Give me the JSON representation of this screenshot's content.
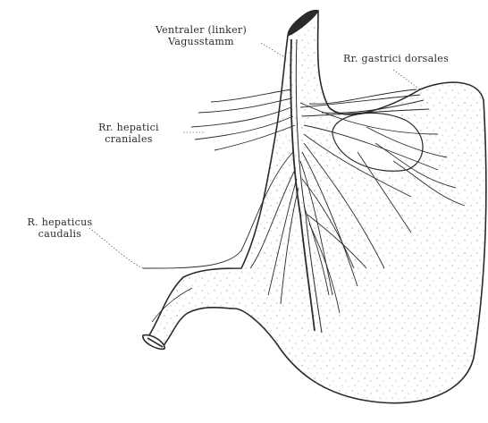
{
  "labels": {
    "vagus": {
      "line1": "Ventraler (linker)",
      "line2": "Vagusstamm"
    },
    "gastrici": {
      "text": "Rr. gastrici dorsales"
    },
    "hepatici_craniales": {
      "line1": "Rr. hepatici",
      "line2": "craniales"
    },
    "hepaticus_caudalis": {
      "line1": "R. hepaticus",
      "line2": "caudalis"
    }
  },
  "colors": {
    "ink": "#2a2a2a",
    "background": "#ffffff"
  }
}
